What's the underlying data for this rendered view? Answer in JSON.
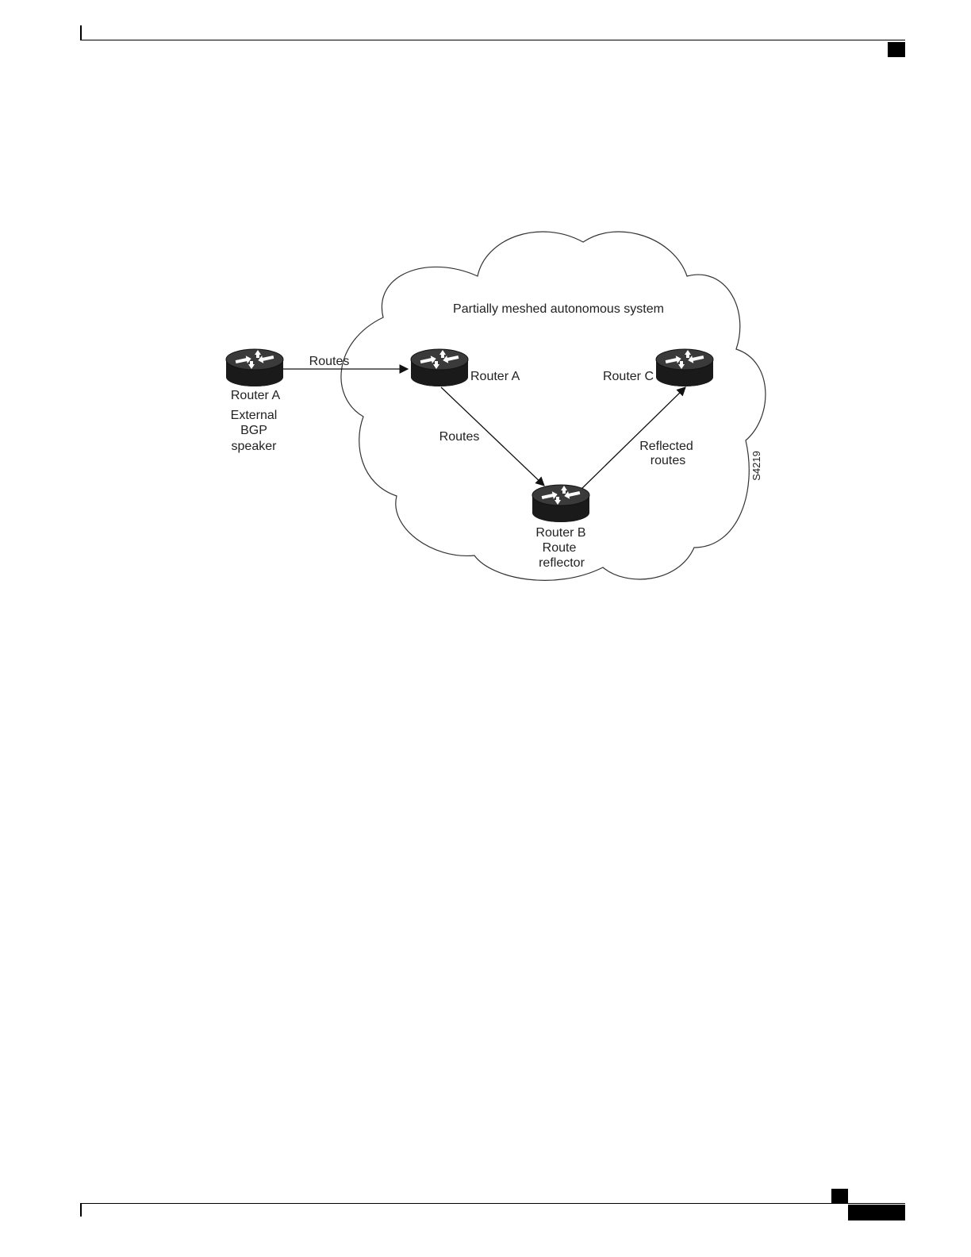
{
  "diagram": {
    "cloud_label": "Partially meshed autonomous system",
    "external_router": {
      "name": "Router A",
      "desc_line1": "External",
      "desc_line2": "BGP",
      "desc_line3": "speaker"
    },
    "router_a": {
      "name": "Router A"
    },
    "router_b": {
      "name": "Router B",
      "desc_line1": "Route",
      "desc_line2": "reflector"
    },
    "router_c": {
      "name": "Router C"
    },
    "edges": {
      "external_to_a": "Routes",
      "a_to_b": "Routes",
      "b_to_c_line1": "Reflected",
      "b_to_c_line2": "routes"
    },
    "figure_id": "S4219"
  }
}
